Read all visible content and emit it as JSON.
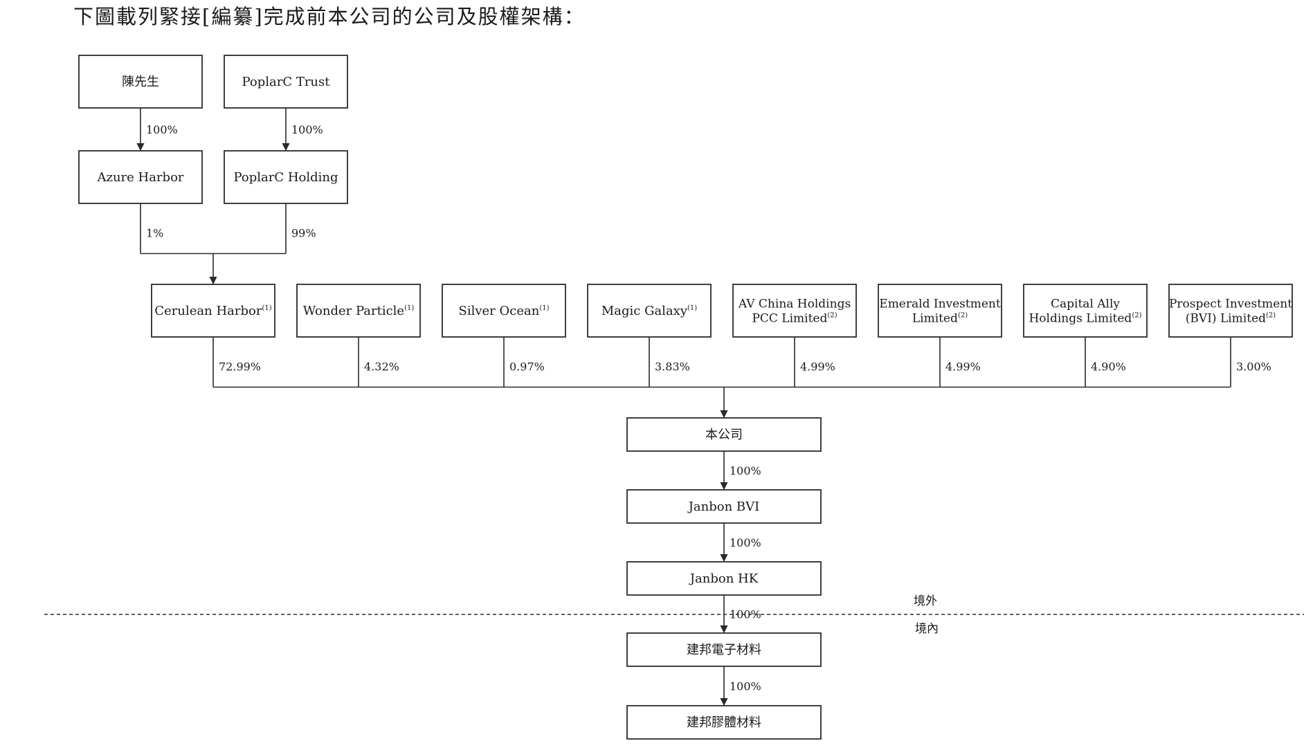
{
  "title": "下圖載列緊接[編纂]完成前本公司的公司及股權架構：",
  "nodes": {
    "mr_chen": {
      "lines": [
        "陳先生"
      ],
      "sup": ""
    },
    "poplarc_trust": {
      "lines": [
        "PoplarC Trust"
      ],
      "sup": ""
    },
    "azure_harbor": {
      "lines": [
        "Azure Harbor"
      ],
      "sup": ""
    },
    "poplarc_holding": {
      "lines": [
        "PoplarC Holding"
      ],
      "sup": ""
    },
    "cerulean_harbor": {
      "lines": [
        "Cerulean Harbor"
      ],
      "sup": "(1)"
    },
    "wonder_particle": {
      "lines": [
        "Wonder Particle"
      ],
      "sup": "(1)"
    },
    "silver_ocean": {
      "lines": [
        "Silver Ocean"
      ],
      "sup": "(1)"
    },
    "magic_galaxy": {
      "lines": [
        "Magic Galaxy"
      ],
      "sup": "(1)"
    },
    "av_china": {
      "lines": [
        "AV China Holdings",
        "PCC Limited"
      ],
      "sup": "(2)"
    },
    "emerald": {
      "lines": [
        "Emerald Investment",
        "Limited"
      ],
      "sup": "(2)"
    },
    "capital_ally": {
      "lines": [
        "Capital Ally",
        "Holdings Limited"
      ],
      "sup": "(2)"
    },
    "prospect": {
      "lines": [
        "Prospect Investment",
        "(BVI) Limited"
      ],
      "sup": "(2)"
    },
    "company": {
      "lines": [
        "本公司"
      ],
      "sup": ""
    },
    "janbon_bvi": {
      "lines": [
        "Janbon BVI"
      ],
      "sup": ""
    },
    "janbon_hk": {
      "lines": [
        "Janbon HK"
      ],
      "sup": ""
    },
    "jianbang_electronic": {
      "lines": [
        "建邦電子材料"
      ],
      "sup": ""
    },
    "jianbang_adhesive": {
      "lines": [
        "建邦膠體材料"
      ],
      "sup": ""
    }
  },
  "edges": [
    {
      "from": "mr_chen",
      "to": "azure_harbor",
      "pct": "100%"
    },
    {
      "from": "poplarc_trust",
      "to": "poplarc_holding",
      "pct": "100%"
    },
    {
      "from": "azure_harbor",
      "to": "cerulean_harbor",
      "pct": "1%"
    },
    {
      "from": "poplarc_holding",
      "to": "cerulean_harbor",
      "pct": "99%"
    },
    {
      "from": "cerulean_harbor",
      "to": "company",
      "pct": "72.99%"
    },
    {
      "from": "wonder_particle",
      "to": "company",
      "pct": "4.32%"
    },
    {
      "from": "silver_ocean",
      "to": "company",
      "pct": "0.97%"
    },
    {
      "from": "magic_galaxy",
      "to": "company",
      "pct": "3.83%"
    },
    {
      "from": "av_china",
      "to": "company",
      "pct": "4.99%"
    },
    {
      "from": "emerald",
      "to": "company",
      "pct": "4.99%"
    },
    {
      "from": "capital_ally",
      "to": "company",
      "pct": "4.90%"
    },
    {
      "from": "prospect",
      "to": "company",
      "pct": "3.00%"
    },
    {
      "from": "company",
      "to": "janbon_bvi",
      "pct": "100%"
    },
    {
      "from": "janbon_bvi",
      "to": "janbon_hk",
      "pct": "100%"
    },
    {
      "from": "janbon_hk",
      "to": "jianbang_electronic",
      "pct": "100%"
    },
    {
      "from": "jianbang_electronic",
      "to": "jianbang_adhesive",
      "pct": "100%"
    }
  ],
  "regions": {
    "offshore": "境外",
    "onshore": "境內"
  }
}
